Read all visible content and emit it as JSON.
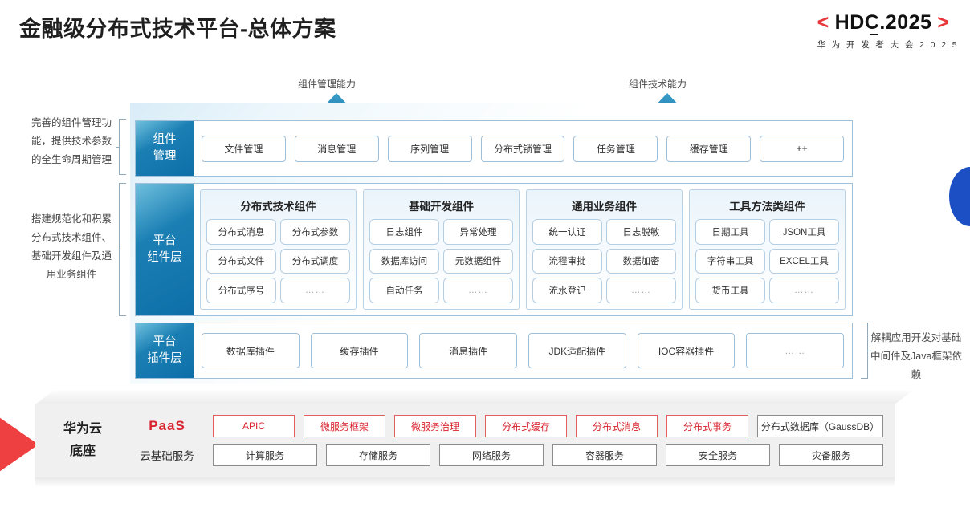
{
  "header": {
    "title": "金融级分布式技术平台-总体方案",
    "logo_bracket_left": "<",
    "logo_bracket_right": ">",
    "logo_h": "H",
    "logo_d": "D",
    "logo_c": "C",
    "logo_rest": ".2025",
    "logo_sub": "华 为 开 发 者 大 会 2 0 2 5",
    "accent_red": "#e8363b"
  },
  "arrows": [
    {
      "label": "组件管理能力",
      "color": "#1b7fb4"
    },
    {
      "label": "组件技术能力",
      "color": "#1b7fb4"
    }
  ],
  "side_notes": {
    "left": [
      "完善的组件管理功能，提供技术参数的全生命周期管理",
      "搭建规范化和积累分布式技术组件、基础开发组件及通用业务组件"
    ],
    "right": "解耦应用开发对基础中间件及Java框架依赖"
  },
  "layers": {
    "management": {
      "tab_line1": "组件",
      "tab_line2": "管理",
      "items": [
        "文件管理",
        "消息管理",
        "序列管理",
        "分布式锁管理",
        "任务管理",
        "缓存管理",
        "++"
      ]
    },
    "component": {
      "tab_line1": "平台",
      "tab_line2": "组件层",
      "groups": [
        {
          "title": "分布式技术组件",
          "items": [
            "分布式消息",
            "分布式参数",
            "分布式文件",
            "分布式调度",
            "分布式序号",
            "……"
          ]
        },
        {
          "title": "基础开发组件",
          "items": [
            "日志组件",
            "异常处理",
            "数据库访问",
            "元数据组件",
            "自动任务",
            "……"
          ]
        },
        {
          "title": "通用业务组件",
          "items": [
            "统一认证",
            "日志脱敏",
            "流程审批",
            "数据加密",
            "流水登记",
            "……"
          ]
        },
        {
          "title": "工具方法类组件",
          "items": [
            "日期工具",
            "JSON工具",
            "字符串工具",
            "EXCEL工具",
            "货币工具",
            "……"
          ]
        }
      ]
    },
    "plugin": {
      "tab_line1": "平台",
      "tab_line2": "插件层",
      "items": [
        "数据库插件",
        "缓存插件",
        "消息插件",
        "JDK适配插件",
        "IOC容器插件",
        "……"
      ]
    }
  },
  "base": {
    "title_line1": "华为云",
    "title_line2": "底座",
    "paas_label": "PaaS",
    "infra_label": "云基础服务",
    "paas_items": [
      "APIC",
      "微服务框架",
      "微服务治理",
      "分布式缓存",
      "分布式消息",
      "分布式事务",
      "分布式数据库（GaussDB）"
    ],
    "infra_items": [
      "计算服务",
      "存储服务",
      "网络服务",
      "容器服务",
      "安全服务",
      "灾备服务"
    ]
  }
}
